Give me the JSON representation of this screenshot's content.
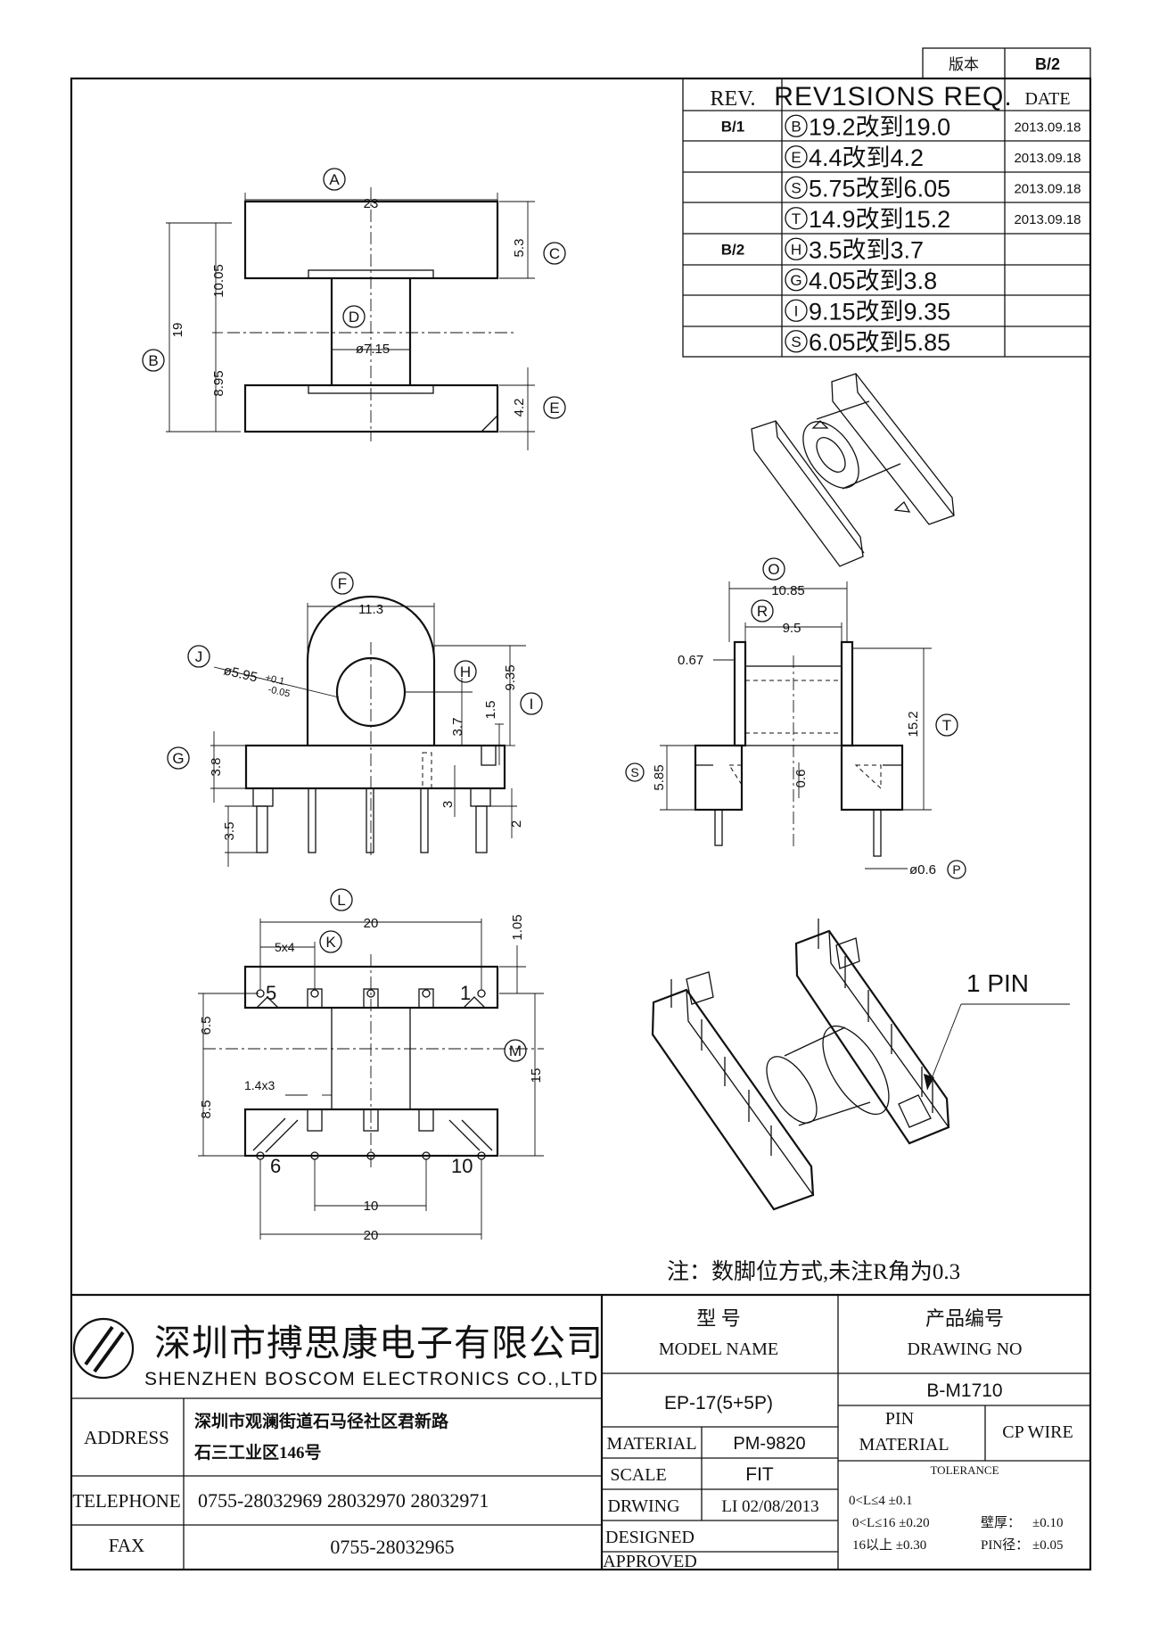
{
  "version_box": {
    "label": "版本",
    "value": "B/2"
  },
  "revisions": {
    "headers": {
      "rev": "REV.",
      "desc": "REV1SIONS REQ.",
      "date": "DATE"
    },
    "rows": [
      {
        "rev": "B/1",
        "mark": "B",
        "text": "19.2改到19.0",
        "date": "2013.09.18"
      },
      {
        "rev": "",
        "mark": "E",
        "text": "4.4改到4.2",
        "date": "2013.09.18"
      },
      {
        "rev": "",
        "mark": "S",
        "text": "5.75改到6.05",
        "date": "2013.09.18"
      },
      {
        "rev": "",
        "mark": "T",
        "text": "14.9改到15.2",
        "date": "2013.09.18"
      },
      {
        "rev": "B/2",
        "mark": "H",
        "text": "3.5改到3.7",
        "date": ""
      },
      {
        "rev": "",
        "mark": "G",
        "text": "4.05改到3.8",
        "date": ""
      },
      {
        "rev": "",
        "mark": "I",
        "text": "9.15改到9.35",
        "date": ""
      },
      {
        "rev": "",
        "mark": "S",
        "text": "6.05改到5.85",
        "date": ""
      }
    ]
  },
  "top_view": {
    "A": "A",
    "B": "B",
    "C": "C",
    "D": "D",
    "E": "E",
    "dim_23": "23",
    "dim_19": "19",
    "dim_10_05": "10.05",
    "dim_8_95": "8.95",
    "dim_5_3": "5.3",
    "dim_4_2": "4.2",
    "dim_d7_15": "ø7.15"
  },
  "front_view": {
    "F": "F",
    "G": "G",
    "H": "H",
    "I": "I",
    "J": "J",
    "dim_11_3": "11.3",
    "dim_d5_95": "ø5.95",
    "tol_up": "+0.1",
    "tol_dn": "-0.05",
    "dim_3_7": "3.7",
    "dim_1_5": "1.5",
    "dim_9_35": "9.35",
    "dim_3_8": "3.8",
    "dim_3_5": "3.5",
    "dim_3": "3",
    "dim_2": "2"
  },
  "side_view": {
    "O": "O",
    "R": "R",
    "S": "S",
    "T": "T",
    "P": "P",
    "dim_10_85": "10.85",
    "dim_9_5": "9.5",
    "dim_0_67": "0.67",
    "dim_15_2": "15.2",
    "dim_5_85": "5.85",
    "dim_0_6": "0.6",
    "dim_d0_6": "ø0.6"
  },
  "bottom_view": {
    "L": "L",
    "K": "K",
    "M": "M",
    "dim_20_top": "20",
    "dim_5x4": "5x4",
    "dim_1_05": "1.05",
    "dim_6_5": "6.5",
    "dim_8_5": "8.5",
    "dim_15": "15",
    "dim_1_4x3": "1.4x3",
    "dim_10": "10",
    "dim_20_bot": "20",
    "pin_5": "5",
    "pin_1": "1",
    "pin_6": "6",
    "pin_10": "10"
  },
  "iso_label": "1 PIN",
  "note": "注：数脚位方式,未注R角为0.3",
  "title_block": {
    "company_cn": "深圳市搏思康电子有限公司",
    "company_en": "SHENZHEN BOSCOM ELECTRONICS CO.,LTD",
    "address_label": "ADDRESS",
    "address_line1": "深圳市观澜街道石马径社区君新路",
    "address_line2": "石三工业区146号",
    "telephone_label": "TELEPHONE",
    "telephone": "0755-28032969 28032970 28032971",
    "fax_label": "FAX",
    "fax": "0755-28032965",
    "model_cn": "型      号",
    "model_en": "MODEL NAME",
    "model_value": "EP-17(5+5P)",
    "drawing_cn": "产品编号",
    "drawing_en": "DRAWING NO",
    "drawing_value": "B-M1710",
    "material_label": "MATERIAL",
    "material_value": "PM-9820",
    "scale_label": "SCALE",
    "scale_value": "FIT",
    "drwing_label": "DRWING",
    "drwing_value": "LI 02/08/2013",
    "designed_label": "DESIGNED",
    "approved_label": "APPROVED",
    "pin_material_1": "PIN",
    "pin_material_2": "MATERIAL",
    "pin_material_value": "CP WIRE",
    "tolerance_label": "TOLERANCE",
    "tol_1": "0<L≤4  ±0.1",
    "tol_2": "0<L≤16  ±0.20",
    "tol_3": "16以上     ±0.30",
    "wall_label": "壁厚：",
    "wall_value": "±0.10",
    "pin_dia_label": "PIN径：",
    "pin_dia_value": "±0.05"
  }
}
